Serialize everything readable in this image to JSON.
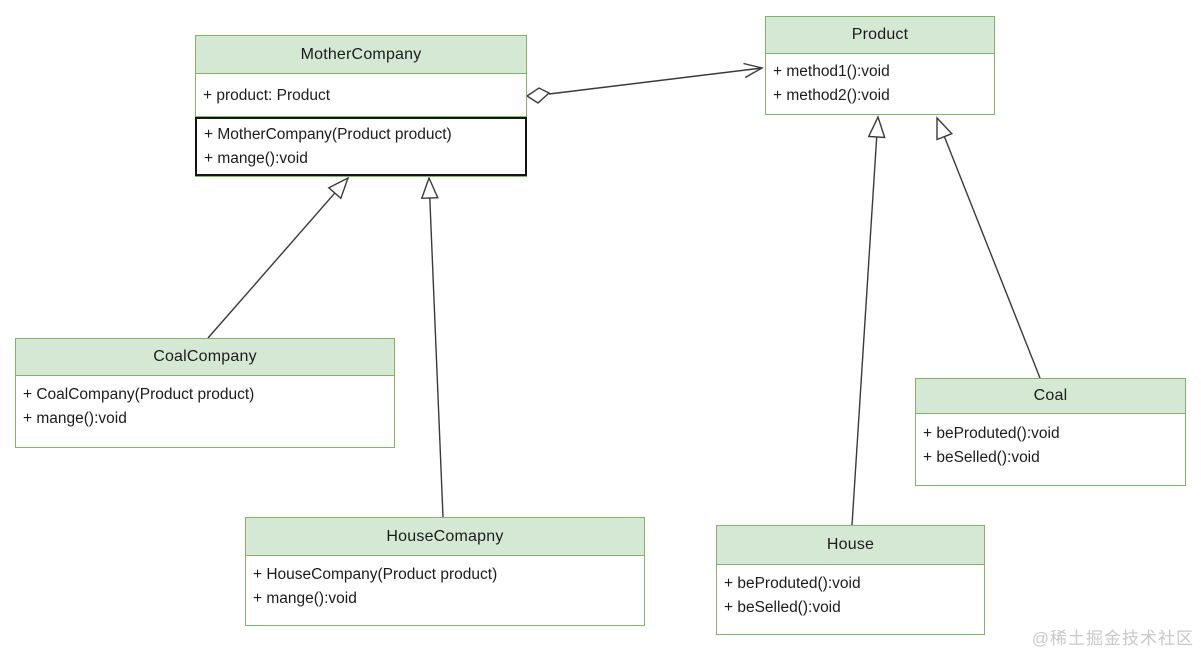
{
  "diagram": {
    "type": "uml-class-diagram",
    "colors": {
      "class_header_fill": "#d5e8d4",
      "class_border": "#82b366",
      "selected_compartment_border": "#141414",
      "connector": "#3a3a3a",
      "text": "#1c1c1c",
      "watermark": "#c9c9c9"
    },
    "classes": [
      {
        "name": "MotherCompany",
        "attributes": [
          "+ product: Product"
        ],
        "methods": [
          "+ MotherCompany(Product product)",
          "+ mange():void"
        ]
      },
      {
        "name": "Product",
        "attributes": [],
        "methods": [
          "+ method1():void",
          "+ method2():void"
        ]
      },
      {
        "name": "CoalCompany",
        "attributes": [],
        "methods": [
          "+ CoalCompany(Product product)",
          "+ mange():void"
        ]
      },
      {
        "name": "HouseComapny",
        "attributes": [],
        "methods": [
          "+ HouseCompany(Product product)",
          "+ mange():void"
        ]
      },
      {
        "name": "Coal",
        "attributes": [],
        "methods": [
          "+ beProduted():void",
          "+ beSelled():void"
        ]
      },
      {
        "name": "House",
        "attributes": [],
        "methods": [
          "+ beProduted():void",
          "+ beSelled():void"
        ]
      }
    ],
    "relationships": [
      {
        "from": "MotherCompany",
        "to": "Product",
        "type": "aggregation (hollow diamond, open arrow)"
      },
      {
        "from": "CoalCompany",
        "to": "MotherCompany",
        "type": "generalization (hollow triangle)"
      },
      {
        "from": "HouseComapny",
        "to": "MotherCompany",
        "type": "generalization (hollow triangle)"
      },
      {
        "from": "House",
        "to": "Product",
        "type": "generalization (hollow triangle)"
      },
      {
        "from": "Coal",
        "to": "Product",
        "type": "generalization (hollow triangle)"
      }
    ],
    "watermark": "@稀土掘金技术社区"
  }
}
